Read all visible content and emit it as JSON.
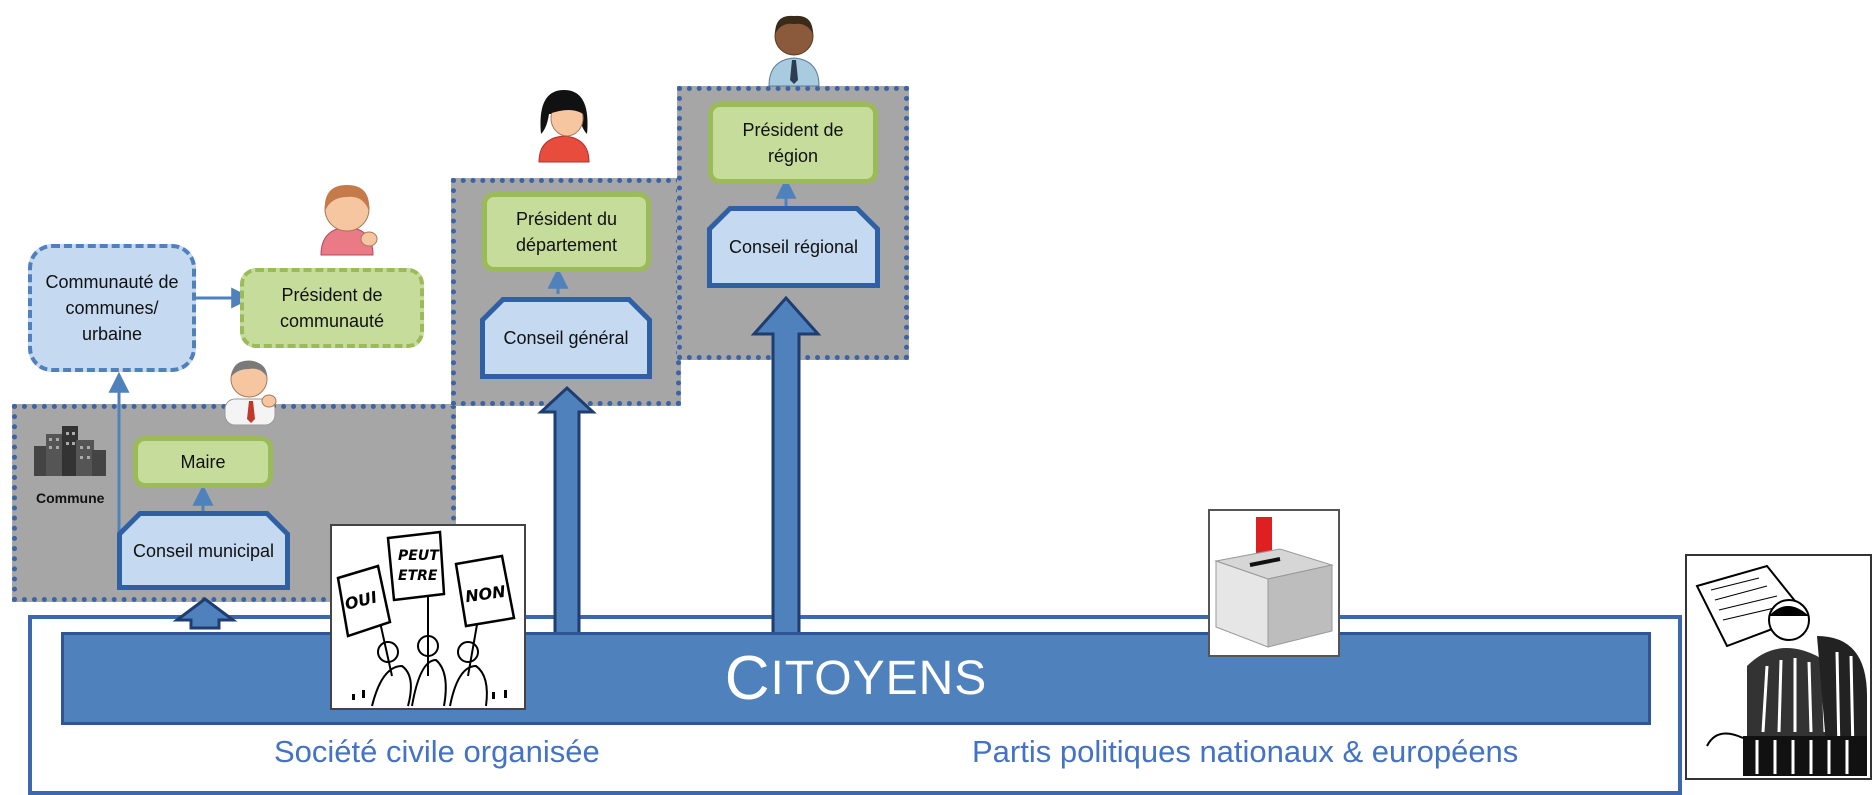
{
  "citoyens": {
    "first": "C",
    "rest": "ITOYENS"
  },
  "labels": {
    "societe": "Société civile organisée",
    "partis": "Partis politiques nationaux & européens",
    "commune": "Commune"
  },
  "nodes": {
    "maire": "Maire",
    "conseil_municipal": "Conseil municipal",
    "communaute": "Communauté de communes/ urbaine",
    "president_communaute": "Président de communauté",
    "president_departement": "Président du département",
    "conseil_general": "Conseil général",
    "president_region": "Président de région",
    "conseil_regional": "Conseil régional"
  },
  "placard_texts": {
    "left": "OUI",
    "middle": "PEUT ETRE",
    "right": "NON"
  },
  "colors": {
    "bar_blue": "#4f81bd",
    "dark_blue": "#2f5fa5",
    "light_blue": "#c5d9f1",
    "green": "#c6dc9b",
    "green_border": "#9bbb59",
    "gray_area": "#a6a6a6"
  },
  "icons": [
    "man-avatar-icon",
    "woman-avatar-icon",
    "woman-dark-hair-avatar-icon",
    "man-dark-avatar-icon",
    "buildings-icon",
    "ballot-box-icon",
    "protest-placards-icon",
    "man-reading-newspaper-icon"
  ]
}
